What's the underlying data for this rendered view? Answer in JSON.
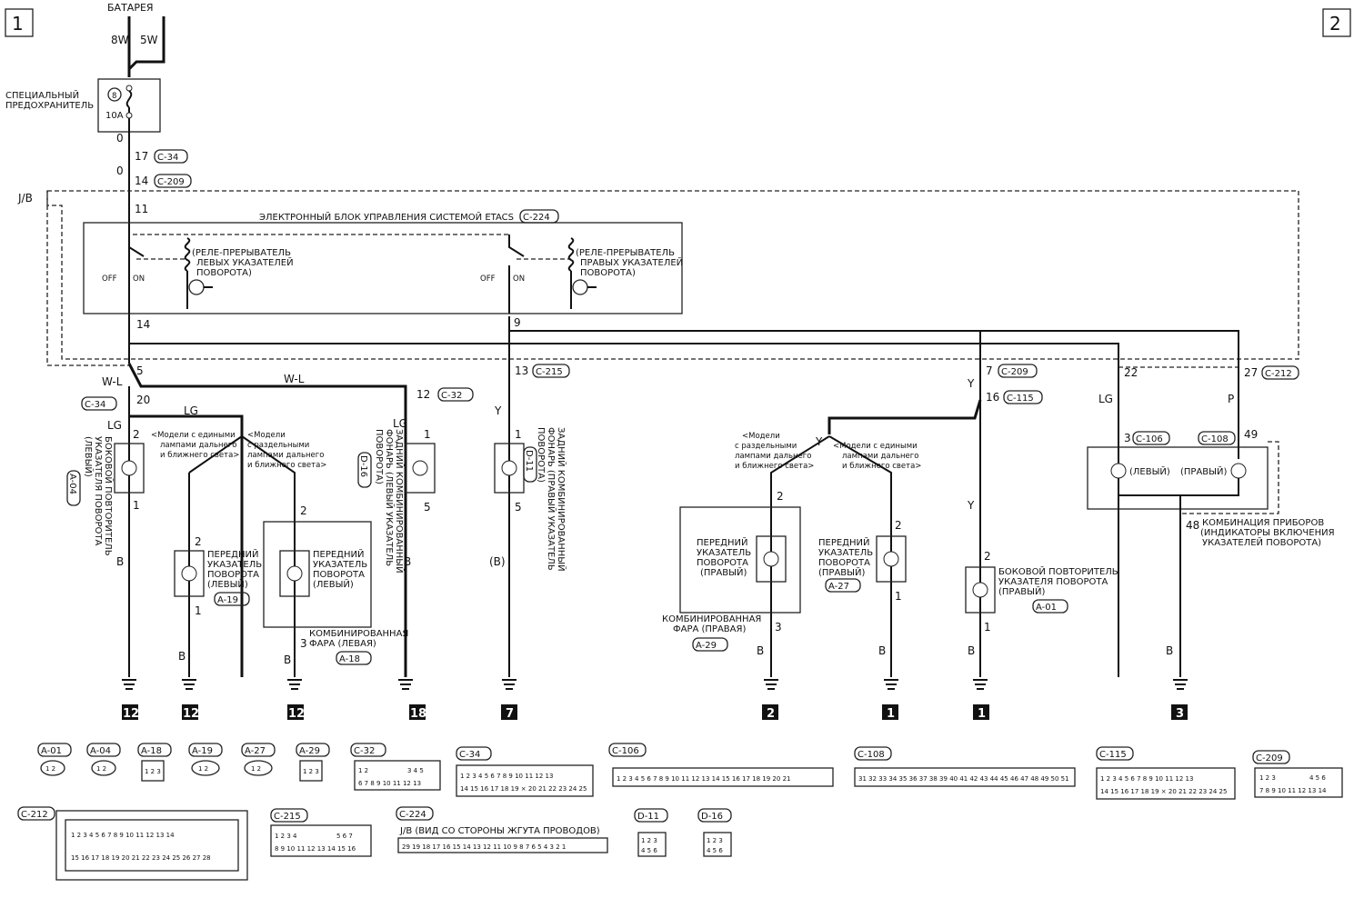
{
  "page": {
    "left": "1",
    "right": "2"
  },
  "top": {
    "battery": "БАТАРЕЯ",
    "w8": "8W",
    "w5": "5W",
    "a8": "8",
    "a10": "10A",
    "fuse_label_1": "СПЕЦИАЛЬНЫЙ",
    "fuse_label_2": "ПРЕДОХРАНИТЕЛЬ",
    "w0a": "0",
    "w0b": "0",
    "p17": "17",
    "p14": "14",
    "p11": "11",
    "c34": "C-34",
    "c209": "C-209"
  },
  "jb": {
    "label": "J/B",
    "etacs": "ЭЛЕКТРОННЫЙ БЛОК УПРАВЛЕНИЯ СИСТЕМОЙ ETACS",
    "c224": "C-224"
  },
  "relay_left": {
    "l1": "(РЕЛЕ-ПРЕРЫВАТЕЛЬ",
    "l2": "ЛЕВЫХ УКАЗАТЕЛЕЙ",
    "l3": "ПОВОРОТА)",
    "off": "OFF",
    "on": "ON"
  },
  "relay_right": {
    "l1": "(РЕЛЕ-ПРЕРЫВАТЕЛЬ",
    "l2": "ПРАВЫХ УКАЗАТЕЛЕЙ",
    "l3": "ПОВОРОТА)",
    "off": "OFF",
    "on": "ON"
  },
  "pins": {
    "p14": "14",
    "p9": "9",
    "p5": "5",
    "p13": "13",
    "p7": "7",
    "p16": "16",
    "p22": "22",
    "p27": "27",
    "p20": "20",
    "p12": "12"
  },
  "wires": {
    "wl1": "W-L",
    "wl2": "W-L",
    "lg1": "LG",
    "lg2": "LG",
    "lg3": "LG",
    "lg4": "LG",
    "y1": "Y",
    "y2": "Y",
    "y3": "Y",
    "y4": "Y",
    "p": "P",
    "b": "B",
    "bparen": "(B)"
  },
  "tags": {
    "c34b": "C-34",
    "c215": "C-215",
    "c32": "C-32",
    "c209b": "C-209",
    "c115": "C-115",
    "c212": "C-212",
    "c106": "C-106",
    "c108": "C-108"
  },
  "variants": {
    "single_1": "<Модели с едиными",
    "single_2": "лампами дальнего",
    "single_3": "и ближнего света>",
    "sep_1": "<Модели",
    "sep_2": "с раздельными",
    "sep_3": "лампами дальнего",
    "sep_4": "и ближнего света>",
    "rsep_1": "<Модели",
    "rsep_2": "с раздельными",
    "rsep_3": "лампами дальнего",
    "rsep_4": "и ближнего света>",
    "rsingle_1": "<Модели с едиными",
    "rsingle_2": "лампами дальнего",
    "rsingle_3": "и ближнего света>"
  },
  "components": {
    "a04": {
      "tag": "A-04",
      "v1": "БОКОВОЙ ПОВТОРИТЕЛЬ",
      "v2": "УКАЗАТЕЛЯ ПОВОРОТА",
      "v3": "(ЛЕВЫЙ)",
      "p2": "2",
      "p1": "1"
    },
    "a19": {
      "tag": "A-19",
      "l1": "ПЕРЕДНИЙ",
      "l2": "УКАЗАТЕЛЬ",
      "l3": "ПОВОРОТА",
      "l4": "(ЛЕВЫЙ)",
      "p2": "2",
      "p1": "1"
    },
    "a18": {
      "tag": "A-18",
      "l1": "ПЕРЕДНИЙ",
      "l2": "УКАЗАТЕЛЬ",
      "l3": "ПОВОРОТА",
      "l4": "(ЛЕВЫЙ)",
      "comb1": "КОМБИНИРОВАННАЯ",
      "comb2": "ФАРА (ЛЕВАЯ)",
      "p2": "2",
      "p3": "3"
    },
    "d16": {
      "tag": "D-16",
      "v1": "ЗАДНИЙ КОМБИНИРОВАННЫЙ",
      "v2": "ФОНАРЬ (ЛЕВЫЙ УКАЗАТЕЛЬ",
      "v3": "ПОВОРОТА)",
      "p1": "1",
      "p5": "5"
    },
    "d11": {
      "tag": "D-11",
      "v1": "ЗАДНИЙ КОМБИНИРОВАННЫЙ",
      "v2": "ФОНАРЬ (ПРАВЫЙ УКАЗАТЕЛЬ",
      "v3": "ПОВОРОТА)",
      "p1": "1",
      "p5": "5"
    },
    "a29": {
      "tag": "A-29",
      "l1": "ПЕРЕДНИЙ",
      "l2": "УКАЗАТЕЛЬ",
      "l3": "ПОВОРОТА",
      "l4": "(ПРАВЫЙ)",
      "comb1": "КОМБИНИРОВАННАЯ",
      "comb2": "ФАРА (ПРАВАЯ)",
      "p2": "2",
      "p3": "3"
    },
    "a27": {
      "tag": "A-27",
      "l1": "ПЕРЕДНИЙ",
      "l2": "УКАЗАТЕЛЬ",
      "l3": "ПОВОРОТА",
      "l4": "(ПРАВЫЙ)",
      "p2": "2",
      "p1": "1"
    },
    "a01": {
      "tag": "A-01",
      "l1": "БОКОВОЙ ПОВТОРИТЕЛЬ",
      "l2": "УКАЗАТЕЛЯ ПОВОРОТА",
      "l3": "(ПРАВЫЙ)",
      "p2": "2",
      "p1": "1"
    },
    "cluster": {
      "left": "(ЛЕВЫЙ)",
      "right": "(ПРАВЫЙ)",
      "p3": "3",
      "p49": "49",
      "p48": "48",
      "l1": "КОМБИНАЦИЯ ПРИБОРОВ",
      "l2": "(ИНДИКАТОРЫ ВКЛЮЧЕНИЯ",
      "l3": "УКАЗАТЕЛЕЙ ПОВОРОТА)"
    }
  },
  "grounds": {
    "g1": "12",
    "g2": "12",
    "g3": "12",
    "g4": "18",
    "g5": "7",
    "g6": "2",
    "g7": "1",
    "g8": "1",
    "g9": "3"
  },
  "connectors": {
    "a01": "A-01",
    "a04": "A-04",
    "a18": "A-18",
    "a19": "A-19",
    "a27": "A-27",
    "a29": "A-29",
    "c32": "C-32",
    "c34": "C-34",
    "c106": "C-106",
    "c108": "C-108",
    "c115": "C-115",
    "c209": "C-209",
    "c212": "C-212",
    "c215": "C-215",
    "c224": "C-224",
    "d11": "D-11",
    "d16": "D-16",
    "jb_view": "J/B (ВИД СО СТОРОНЫ ЖГУТА ПРОВОДОВ)",
    "pins_c32_top": "1 2",
    "pins_c32_top2": "3 4 5",
    "pins_c32_bot": "6 7 8 9 10 11 12 13",
    "pins_c34_top": "1 2 3 4 5 6 7 8 9 10 11 12 13",
    "pins_c34_bot": "14 15 16 17 18 19 × 20 21 22 23 24 25",
    "pins_c106": "1 2 3 4 5 6 7 8 9 10 11 12 13 14 15 16 17 18 19 20 21",
    "pins_c108": "31 32 33 34 35 36 37 38 39 40 41 42 43 44 45 46 47 48 49 50 51",
    "pins_c115_top": "1 2 3 4 5 6 7 8 9 10 11 12 13",
    "pins_c115_bot": "14 15 16 17 18 19 × 20 21 22 23 24 25",
    "pins_c209_top": "1 2 3",
    "pins_c209_top2": "4 5 6",
    "pins_c209_bot": "7 8 9 10 11 12 13 14",
    "pins_c212_top": "1 2 3 4 5 6 7 8 9 10 11 12 13 14",
    "pins_c212_bot": "15 16 17 18 19 20 21 22 23 24 25 26 27 28",
    "pins_c215_top": "1 2 3 4",
    "pins_c215_top2": "5 6 7",
    "pins_c215_bot": "8 9 10 11 12 13 14 15 16",
    "pins_c224": "29 19 18 17 16 15 14 13 12 11 10 9 8 7 6 5 4 3 2 1",
    "pins_a2": "1 2",
    "pins_a3": "1 2 3",
    "pins_d6": "1 2 3",
    "pins_d6b": "4 5 6"
  }
}
